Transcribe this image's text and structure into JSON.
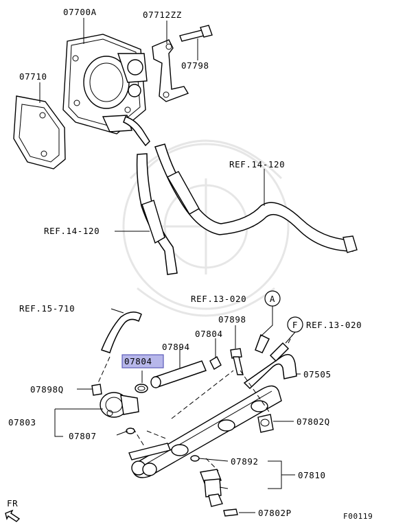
{
  "labels": {
    "l_07700A": "07700A",
    "l_07712ZZ": "07712ZZ",
    "l_07798": "07798",
    "l_07710": "07710",
    "l_ref14_120_a": "REF.14-120",
    "l_ref14_120_b": "REF.14-120",
    "l_ref15_710": "REF.15-710",
    "l_ref13_020_a": "REF.13-020",
    "l_ref13_020_b": "REF.13-020",
    "l_07898": "07898",
    "l_07804_top": "07804",
    "l_07894": "07894",
    "l_07804_hl": "07804",
    "l_07505": "07505",
    "l_07898Q": "07898Q",
    "l_07803": "07803",
    "l_07807": "07807",
    "l_07802Q": "07802Q",
    "l_07892": "07892",
    "l_07810": "07810",
    "l_07802P": "07802P",
    "l_FR": "FR",
    "l_figure": "F00119",
    "callout_A": "A",
    "callout_F": "F"
  },
  "highlight_color": "#b7b7ea"
}
